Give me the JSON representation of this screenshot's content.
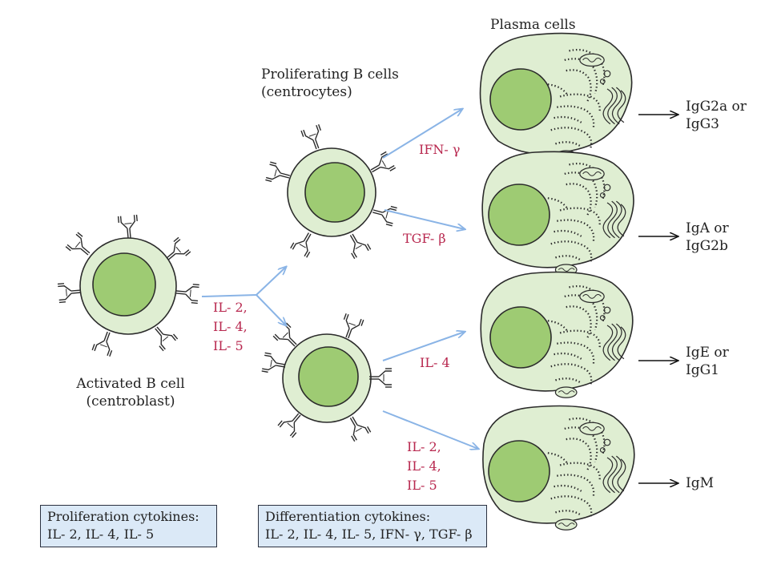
{
  "labels": {
    "plasma": "Plasma cells",
    "proliferating_line1": "Proliferating B cells",
    "proliferating_line2": "(centrocytes)",
    "activated_line1": "Activated B cell",
    "activated_line2": "(centroblast)"
  },
  "cytokines": {
    "proliferation_stack": [
      "IL- 2,",
      "IL- 4,",
      "IL- 5"
    ],
    "to_plasma1": "IFN- γ",
    "to_plasma2": "TGF- β",
    "to_plasma3": "IL- 4",
    "to_plasma4": [
      "IL- 2,",
      "IL- 4,",
      "IL- 5"
    ]
  },
  "outputs": [
    {
      "line1": "IgG2a or",
      "line2": "IgG3"
    },
    {
      "line1": "IgA or",
      "line2": "IgG2b"
    },
    {
      "line1": "IgE or",
      "line2": "IgG1"
    },
    {
      "line1": "IgM",
      "line2": ""
    }
  ],
  "boxes": {
    "proliferation_title": "Proliferation cytokines:",
    "proliferation_body": "IL- 2, IL- 4, IL- 5",
    "differentiation_title": "Differentiation cytokines:",
    "differentiation_body": "IL- 2, IL- 4, IL- 5, IFN- γ, TGF- β"
  },
  "colors": {
    "cell_outer": "#dfeed2",
    "nucleus": "#9ecb73",
    "arrow": "#8ab4e6",
    "cytokine_text": "#b8284f",
    "box_fill": "#dbe9f7",
    "outline": "#2b2b2b"
  }
}
